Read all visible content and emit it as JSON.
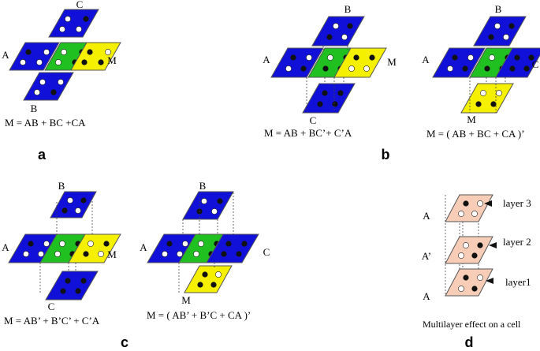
{
  "colors": {
    "blue": "#1010d8",
    "green": "#20c020",
    "yellow": "#f4f000",
    "pink": "#f7cdb8",
    "dot_dark": "#111111",
    "dot_light": "#ffffff",
    "stroke": "#555555",
    "dash": "#444444"
  },
  "panel_labels": {
    "a": "a",
    "b": "b",
    "c": "c",
    "d": "d"
  },
  "panel_a": {
    "label_top": "C",
    "label_left": "A",
    "label_right": "M",
    "label_bottom": "B",
    "equation": "M = AB + BC +CA"
  },
  "panel_b1": {
    "label_top": "B",
    "label_left": "A",
    "label_right": "M",
    "label_bottom": "C",
    "equation": "M = AB + BC’+ C’A"
  },
  "panel_b2": {
    "label_top": "B",
    "label_left": "A",
    "label_right": "C",
    "label_bottom": "M",
    "equation": "M = ( AB + BC + CA )’"
  },
  "panel_c1": {
    "label_top": "B",
    "label_left": "A",
    "label_right": "M",
    "label_bottom": "C",
    "equation": "M = AB’ + B’C’ + C’A"
  },
  "panel_c2": {
    "label_top": "B",
    "label_left": "A",
    "label_right": "C",
    "label_bottom": "M",
    "equation": "M = ( AB’ + B’C + CA )’"
  },
  "panel_d": {
    "layer_labels": [
      "layer 3",
      "layer 2",
      "layer1"
    ],
    "side_labels": [
      "A",
      "A’",
      "A"
    ],
    "caption": "Multilayer effect on a cell"
  }
}
